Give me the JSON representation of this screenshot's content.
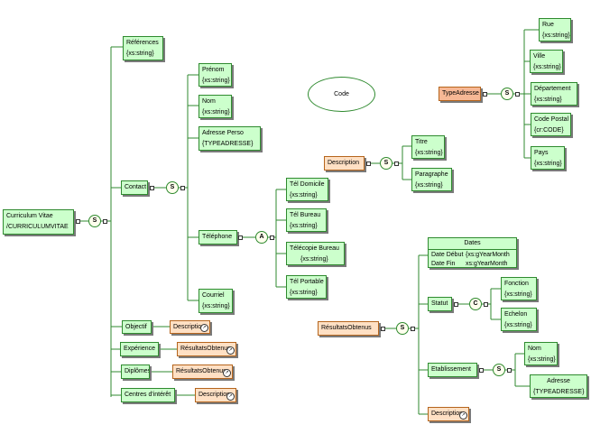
{
  "root": {
    "title": "Curriculum Vitae",
    "type": "/CURRICULUMVITAE"
  },
  "compositors": {
    "sequence": "S",
    "alternative": "A",
    "choice": "C"
  },
  "references": {
    "title": "Références",
    "type": "{xs:string}"
  },
  "contact": {
    "label": "Contact",
    "prenom": {
      "title": "Prénom",
      "type": "{xs:string}"
    },
    "nom": {
      "title": "Nom",
      "type": "{xs:string}"
    },
    "adresse_perso": {
      "title": "Adresse Perso",
      "type": "{TYPEADRESSE}"
    },
    "telephone": {
      "label": "Téléphone",
      "domicile": {
        "title": "Tél Domicile",
        "type": "{xs:string}"
      },
      "bureau": {
        "title": "Tél Bureau",
        "type": "{xs:string}"
      },
      "telecopie": {
        "title": "Télécopie Bureau",
        "type": "{xs:string}"
      },
      "portable": {
        "title": "Tél Portable",
        "type": "{xs:string}"
      }
    },
    "courriel": {
      "title": "Courriel",
      "type": "{xs:string}"
    }
  },
  "objectif": {
    "label": "Objectif",
    "ref": "Description"
  },
  "experience": {
    "label": "Expérience",
    "ref": "RésultatsObtenus"
  },
  "diplomes": {
    "label": "Diplômes",
    "ref": "RésultatsObtenus"
  },
  "centres": {
    "label": "Centres d'intérêt",
    "ref": "Description"
  },
  "code_note": "Code",
  "description_type": {
    "label": "Description",
    "titre": {
      "title": "Titre",
      "type": "{xs:string}"
    },
    "paragraphe": {
      "title": "Paragraphe",
      "type": "{xs:string}"
    }
  },
  "type_adresse": {
    "label": "TypeAdresse",
    "rue": {
      "title": "Rue",
      "type": "{xs:string}"
    },
    "ville": {
      "title": "Ville",
      "type": "{xs:string}"
    },
    "departement": {
      "title": "Département",
      "type": "{xs:string}"
    },
    "code_postal": {
      "title": "Code Postal",
      "type": "{cr:CODE}"
    },
    "pays": {
      "title": "Pays",
      "type": "{xs:string}"
    }
  },
  "resultats_obtenus": {
    "label": "RésultatsObtenus",
    "dates": {
      "title": "Dates",
      "debut_label": "Date Début",
      "debut_type": "{xs:gYearMonth",
      "fin_label": "Date Fin",
      "fin_type": "xs:gYearMonth"
    },
    "statut": {
      "label": "Statut",
      "fonction": {
        "title": "Fonction",
        "type": "{xs:string}"
      },
      "echelon": {
        "title": "Echelon",
        "type": "{xs:string}"
      }
    },
    "etablissement": {
      "label": "Etablissement",
      "nom": {
        "title": "Nom",
        "type": "{xs:string}"
      },
      "adresse": {
        "title": "Adresse",
        "type": "{TYPEADRESSE}"
      }
    },
    "description_ref": "Description"
  },
  "colors": {
    "element_fill": "#ccffcc",
    "element_border": "#2f8a2f",
    "ref_fill": "#ffe0c4",
    "ref_border": "#b5651d",
    "wire": "#2f8a2f"
  },
  "icons": {
    "reference_marker": "reference-link-icon",
    "expand_toggle": "collapse-toggle-icon"
  }
}
